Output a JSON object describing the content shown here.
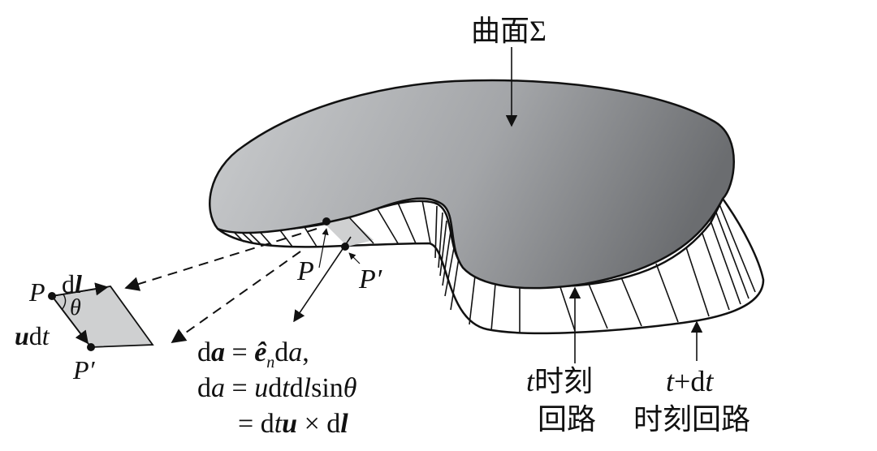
{
  "diagram": {
    "subject": "Moving closed loop sweeping a surface: area element formed by loop displacement",
    "colors": {
      "surface_dark": "#6e7073",
      "surface_light": "#c9cbcd",
      "band_patch": "#cfd0d1",
      "line": "#111111",
      "background": "#ffffff"
    },
    "labels": {
      "surface": {
        "cjk": "曲面",
        "symbol": "Σ"
      },
      "point_p": "P",
      "point_p_prime": "P′",
      "loop_t": {
        "var": "t",
        "cjk1": "时刻",
        "cjk2": "回路"
      },
      "loop_t_dt": {
        "var1": "t",
        "plus": "+d",
        "var2": "t",
        "cjk": "时刻回路"
      },
      "inset": {
        "p": "P",
        "p_prime": "P′",
        "dl_d": "d",
        "dl_l": "l",
        "theta": "θ",
        "udt_u": "u",
        "udt_dt_d": "d",
        "udt_dt_t": "t"
      },
      "equations": {
        "line1": {
          "d": "d",
          "a_bold": "a",
          "eq": " = ",
          "e_hat": "ê",
          "n_sub": "n",
          "rest_d": "d",
          "a": "a",
          "comma": ","
        },
        "line2": {
          "d": "d",
          "a": "a",
          "eq": " = ",
          "u": "u",
          "d1": "d",
          "t": "t",
          "d2": "d",
          "l": "l",
          "sin": "sin",
          "theta": "θ"
        },
        "line3": {
          "eq": "= ",
          "d": "d",
          "t": "t",
          "u_bold": "u",
          "times": " × ",
          "d2": "d",
          "l_bold": "l"
        }
      }
    }
  }
}
